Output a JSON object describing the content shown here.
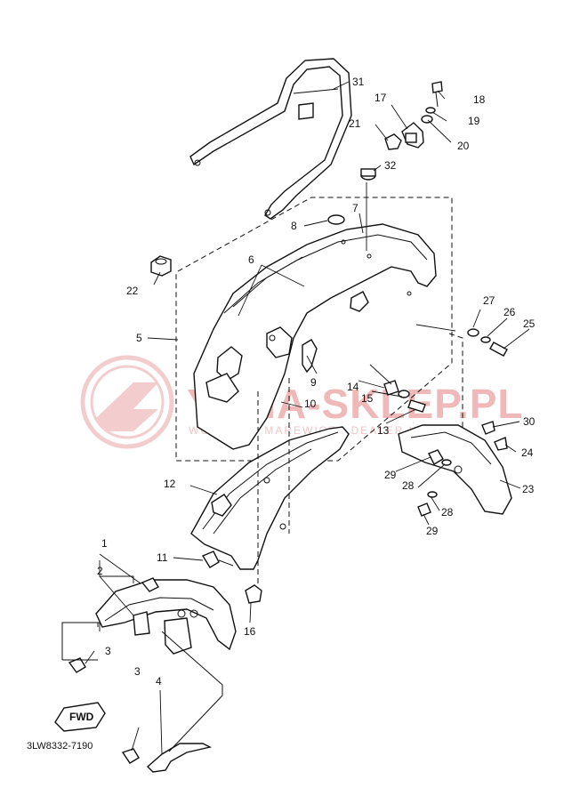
{
  "diagram": {
    "labels": [
      "1",
      "2",
      "3",
      "3",
      "4",
      "5",
      "6",
      "7",
      "8",
      "9",
      "10",
      "11",
      "12",
      "13",
      "14",
      "15",
      "16",
      "17",
      "18",
      "19",
      "20",
      "21",
      "22",
      "23",
      "24",
      "25",
      "26",
      "27",
      "28",
      "28",
      "29",
      "29",
      "30",
      "31",
      "32"
    ],
    "fwd_label": "FWD",
    "code": "3LW8332-7190",
    "watermark": {
      "main": "YAMA-SKLEP.PL",
      "sub": "WOJCIECH MAREWICZ | DEALER YAMAHA"
    }
  }
}
